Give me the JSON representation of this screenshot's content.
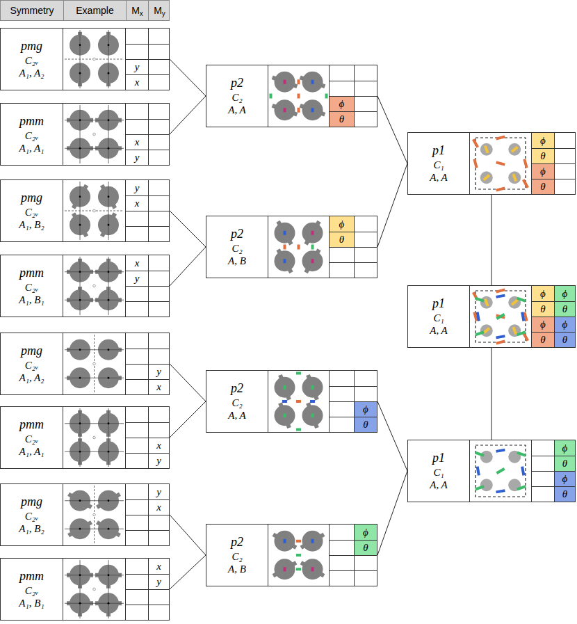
{
  "diagram": {
    "nodes": [
      {
        "text": [
          "pmg",
          "C₂ᵥ",
          "A₁, A₂"
        ]
      },
      {
        "text": [
          "pmm",
          "C₂ᵥ",
          "A₁, A₁"
        ]
      },
      {
        "text": [
          "pmg",
          "C₂ᵥ",
          "A₁, B₂"
        ]
      },
      {
        "text": [
          "pmm",
          "C₂ᵥ",
          "A₁, B₁"
        ]
      },
      {
        "text": [
          "pmg",
          "C₂ᵥ",
          "A₁, A₂"
        ]
      },
      {
        "text": [
          "pmm",
          "C₂ᵥ",
          "A₁, A₁"
        ]
      },
      {
        "text": [
          "pmg",
          "C₂ᵥ",
          "A₁, B₂"
        ]
      },
      {
        "text": [
          "pmm",
          "C₂ᵥ",
          "A₁, B₁"
        ]
      },
      {
        "text": [
          "p2",
          "C₂",
          "A, A"
        ]
      },
      {
        "text": [
          "p2",
          "C₂",
          "A, B"
        ]
      },
      {
        "text": [
          "p2",
          "C₂",
          "A, A"
        ]
      },
      {
        "text": [
          "p2",
          "C₂",
          "A, B"
        ]
      },
      {
        "text": [
          "p1",
          "C₁",
          "A, A"
        ]
      },
      {
        "text": [
          "p1",
          "C₁",
          "A, A"
        ]
      },
      {
        "text": [
          "p1",
          "C₁",
          "A, A"
        ]
      }
    ],
    "edges": [
      {
        "from": 0,
        "to": 8,
        "arrow": "none"
      },
      {
        "from": 1,
        "to": 8,
        "arrow": "none"
      },
      {
        "from": 2,
        "to": 9,
        "arrow": "none"
      },
      {
        "from": 3,
        "to": 9,
        "arrow": "none"
      },
      {
        "from": 4,
        "to": 10,
        "arrow": "none"
      },
      {
        "from": 5,
        "to": 10,
        "arrow": "none"
      },
      {
        "from": 6,
        "to": 11,
        "arrow": "none"
      },
      {
        "from": 7,
        "to": 11,
        "arrow": "none"
      },
      {
        "from": 8,
        "to": 12,
        "arrow": "none"
      },
      {
        "from": 9,
        "to": 12,
        "arrow": "none"
      },
      {
        "from": 10,
        "to": 14,
        "arrow": "none"
      },
      {
        "from": 11,
        "to": 14,
        "arrow": "none"
      },
      {
        "from": 12,
        "to": 13,
        "arrow": "none"
      },
      {
        "from": 13,
        "to": 14,
        "arrow": "none"
      }
    ],
    "labels": [
      "Symmetry",
      "Example",
      "M",
      "x",
      "M",
      "y",
      "y",
      "x",
      "x",
      "y",
      "y",
      "x",
      "x",
      "y",
      "y",
      "x",
      "x",
      "y",
      "y",
      "x",
      "x",
      "y",
      "ϕ",
      "θ",
      "ϕ",
      "θ",
      "ϕ",
      "θ",
      "ϕ",
      "θ",
      "ϕ",
      "θ",
      "ϕ",
      "θ",
      "ϕ",
      "θ",
      "ϕ",
      "θ",
      "ϕ",
      "θ",
      "ϕ",
      "θ",
      "ϕ",
      "θ",
      "ϕ",
      "θ"
    ]
  }
}
